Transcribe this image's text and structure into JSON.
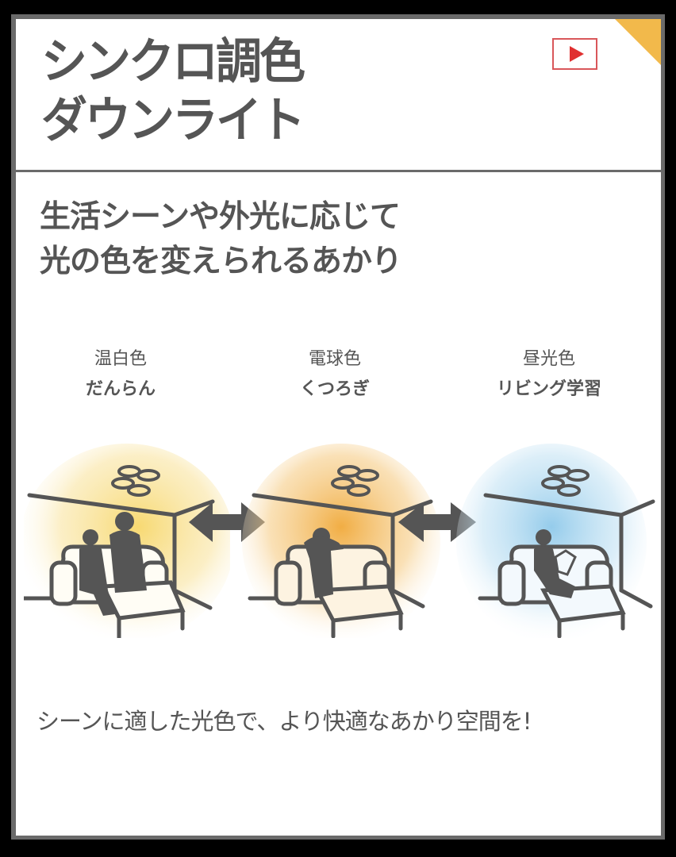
{
  "header": {
    "title_line1": "シンクロ調色",
    "title_line2": "ダウンライト",
    "play_button_icon": "play-icon",
    "corner_color": "#f2b94b",
    "play_color": "#e03030"
  },
  "subtitle": {
    "line1": "生活シーンや外光に応じて",
    "line2": "光の色を変えられるあかり"
  },
  "scenes": [
    {
      "mode": "温白色",
      "use": "だんらん",
      "glow_color": "#f7d76a",
      "icon": "family-on-sofa-illustration"
    },
    {
      "mode": "電球色",
      "use": "くつろぎ",
      "glow_color": "#f0a93a",
      "icon": "relaxing-person-illustration"
    },
    {
      "mode": "昼光色",
      "use": "リビング学習",
      "glow_color": "#8fc9ea",
      "icon": "reading-person-illustration"
    }
  ],
  "arrows": [
    {
      "icon": "double-arrow-icon"
    },
    {
      "icon": "double-arrow-icon"
    }
  ],
  "footer": {
    "text": "シーンに適した光色で、より快適なあかり空間を!"
  },
  "colors": {
    "text": "#555555",
    "frame": "#6a6a6a",
    "ink": "#555555"
  }
}
